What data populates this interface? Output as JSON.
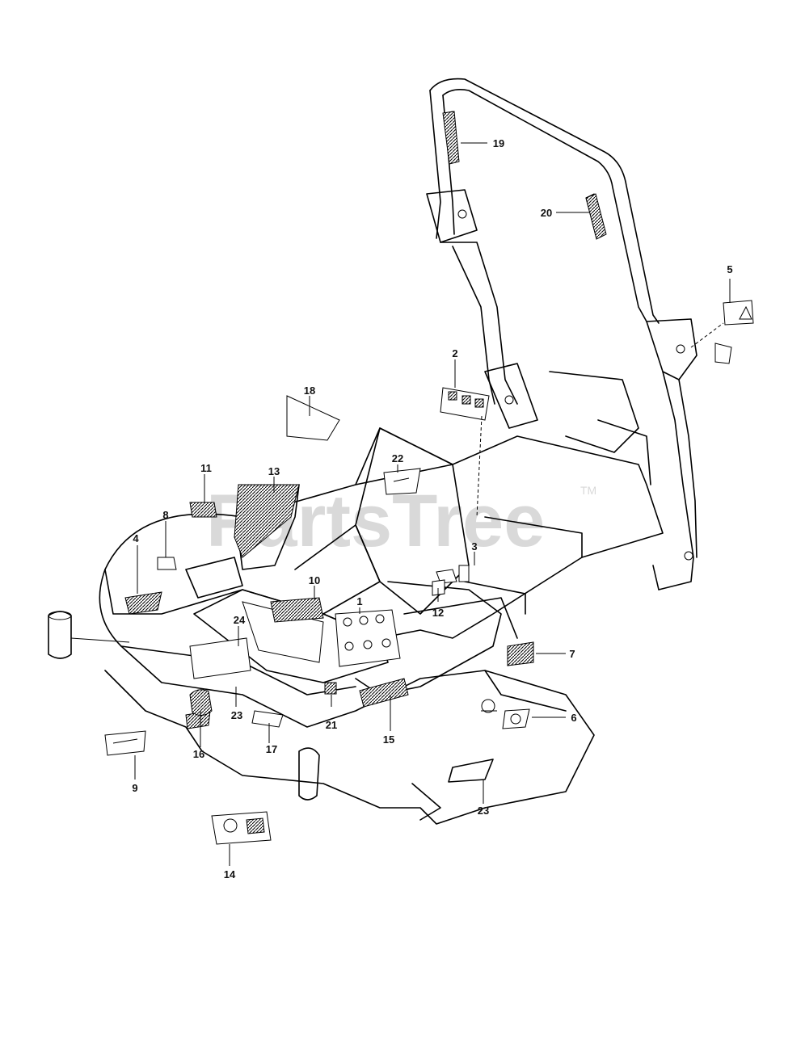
{
  "watermark": {
    "text": "PartsTree",
    "tm": "TM"
  },
  "callouts": [
    {
      "id": "c1",
      "label": "1"
    },
    {
      "id": "c2",
      "label": "2"
    },
    {
      "id": "c3",
      "label": "3"
    },
    {
      "id": "c4",
      "label": "4"
    },
    {
      "id": "c5",
      "label": "5"
    },
    {
      "id": "c6",
      "label": "6"
    },
    {
      "id": "c7",
      "label": "7"
    },
    {
      "id": "c8",
      "label": "8"
    },
    {
      "id": "c9",
      "label": "9"
    },
    {
      "id": "c10",
      "label": "10"
    },
    {
      "id": "c11",
      "label": "11"
    },
    {
      "id": "c12",
      "label": "12"
    },
    {
      "id": "c13",
      "label": "13"
    },
    {
      "id": "c14",
      "label": "14"
    },
    {
      "id": "c15",
      "label": "15"
    },
    {
      "id": "c16",
      "label": "16"
    },
    {
      "id": "c17",
      "label": "17"
    },
    {
      "id": "c18",
      "label": "18"
    },
    {
      "id": "c19",
      "label": "19"
    },
    {
      "id": "c20",
      "label": "20"
    },
    {
      "id": "c21",
      "label": "21"
    },
    {
      "id": "c22",
      "label": "22"
    },
    {
      "id": "c23a",
      "label": "23"
    },
    {
      "id": "c23b",
      "label": "23"
    },
    {
      "id": "c24",
      "label": "24"
    }
  ]
}
